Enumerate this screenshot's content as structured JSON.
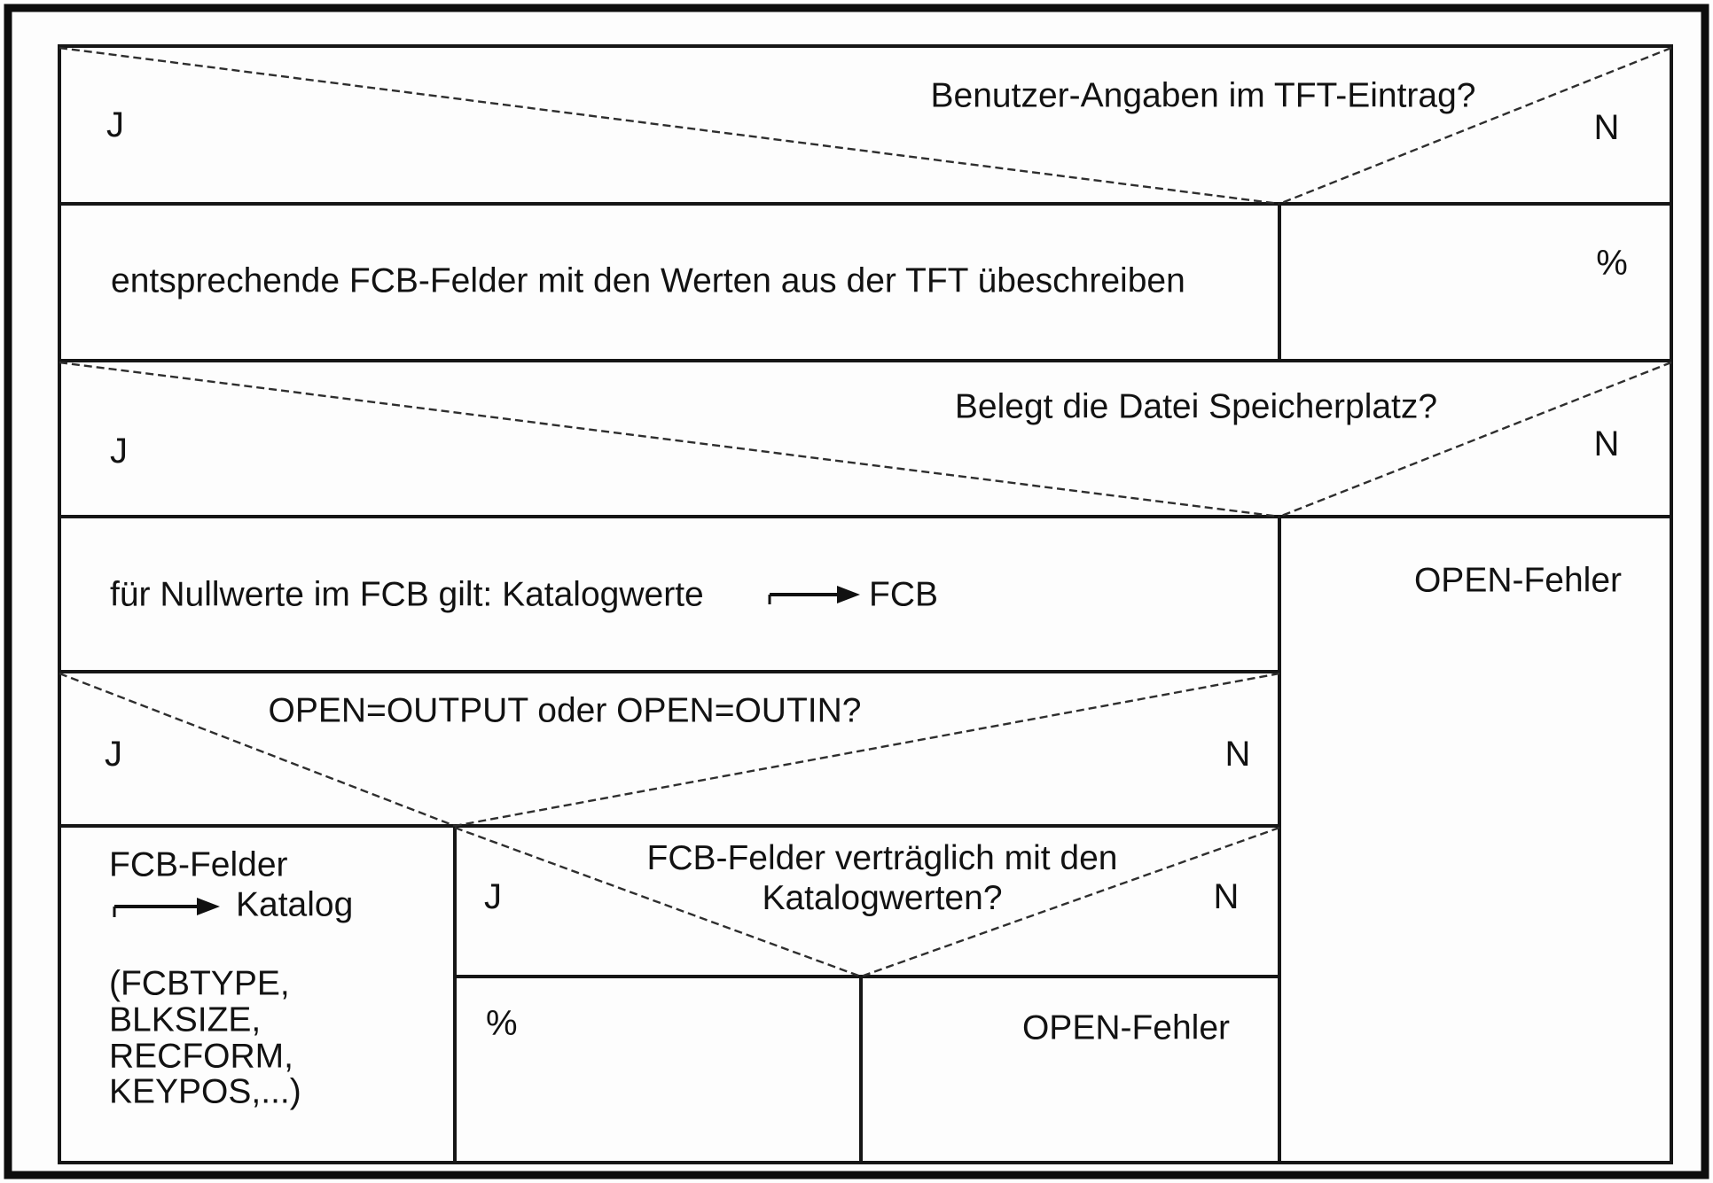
{
  "diagram": {
    "decision_tft": {
      "question": "Benutzer-Angaben im TFT-Eintrag?",
      "yes": "J",
      "no": "N"
    },
    "action_overwrite": {
      "text": "entsprechende FCB-Felder mit den Werten aus der TFT übeschreiben",
      "no_branch": "%"
    },
    "decision_space": {
      "question": "Belegt die Datei Speicherplatz?",
      "yes": "J",
      "no": "N"
    },
    "action_nullwerte": {
      "text": "für Nullwerte im FCB gilt: Katalogwerte",
      "arrow": "⟶",
      "target": "FCB"
    },
    "open_error_right": "OPEN-Fehler",
    "decision_open_mode": {
      "question": "OPEN=OUTPUT oder OPEN=OUTIN?",
      "yes": "J",
      "no": "N"
    },
    "decision_compatible": {
      "question_line1": "FCB-Felder verträglich mit den",
      "question_line2": "Katalogwerten?",
      "yes": "J",
      "no": "N"
    },
    "cell_fcb_katalog": {
      "source": "FCB-Felder",
      "arrow": "⟶",
      "target": "Katalog",
      "params": [
        "(FCBTYPE,",
        "BLKSIZE,",
        "RECFORM,",
        "KEYPOS,...)"
      ]
    },
    "cell_percent": "%",
    "cell_open_error": "OPEN-Fehler"
  }
}
